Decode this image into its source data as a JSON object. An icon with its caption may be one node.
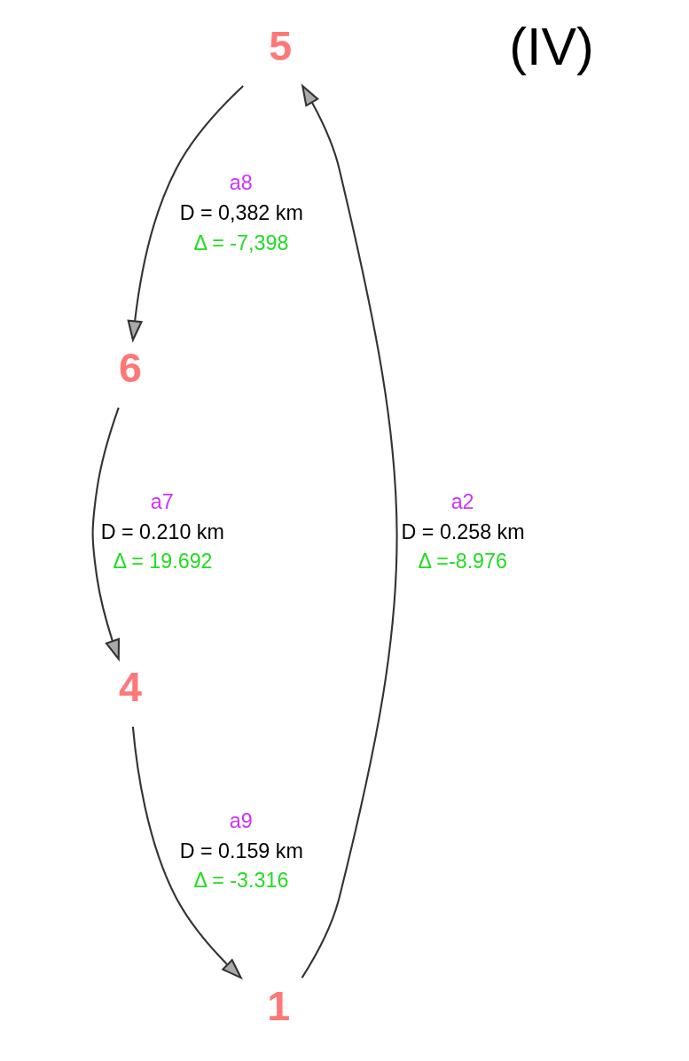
{
  "diagram": {
    "nodes": [
      {
        "text": [
          "5"
        ]
      },
      {
        "text": [
          "1"
        ]
      },
      {
        "text": [
          "4"
        ]
      },
      {
        "text": [
          "6"
        ]
      }
    ],
    "edges": [
      {
        "from": 1,
        "to": 0,
        "arrow": "to",
        "label": [
          "a2",
          "D = 0.258 km",
          "Δ =-8.976"
        ]
      },
      {
        "from": 0,
        "to": 3,
        "arrow": "to",
        "label": [
          "a8",
          "D = 0,382 km",
          "Δ = -7,398"
        ]
      },
      {
        "from": 3,
        "to": 2,
        "arrow": "to",
        "label": [
          "a7",
          "D = 0.210 km",
          "Δ = 19.692"
        ]
      },
      {
        "from": 2,
        "to": 1,
        "arrow": "to",
        "label": [
          "a9",
          "D = 0.159 km",
          "Δ = -3.316"
        ]
      }
    ],
    "labels": [
      "(IV)"
    ]
  }
}
